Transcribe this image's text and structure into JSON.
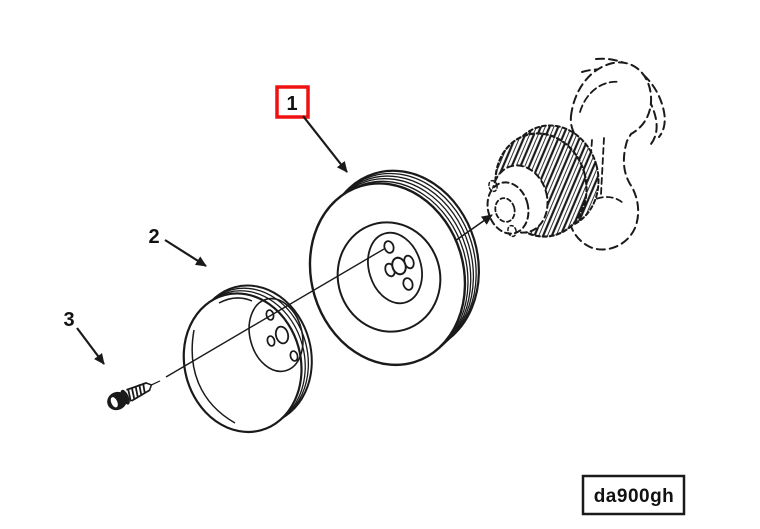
{
  "diagram": {
    "colors": {
      "background": "#ffffff",
      "line": "#1a1a1a",
      "highlight": "#ee1111"
    },
    "callouts": [
      {
        "label": "1",
        "highlighted": true
      },
      {
        "label": "2",
        "highlighted": false
      },
      {
        "label": "3",
        "highlighted": false
      }
    ],
    "part_code": "da900gh"
  }
}
